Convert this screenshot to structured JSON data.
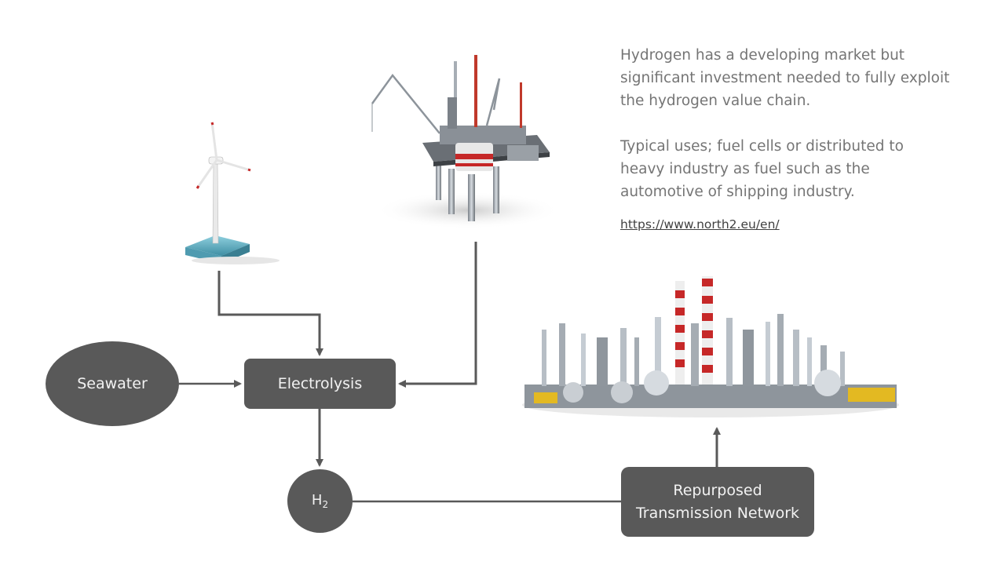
{
  "nodes": {
    "seawater": "Seawater",
    "electrolysis": "Electrolysis",
    "h2": "H",
    "h2_sub": "2",
    "repurposed_line1": "Repurposed",
    "repurposed_line2": "Transmission Network"
  },
  "info": {
    "paragraph1": "Hydrogen has a developing market but significant investment needed to fully exploit the hydrogen value chain.",
    "paragraph2": "Typical uses; fuel cells or distributed to heavy industry as fuel such as the automotive of shipping industry.",
    "link": "https://www.north2.eu/en/"
  },
  "colors": {
    "node_fill": "#595959",
    "node_text": "#f2f2f2",
    "body_text": "#757575",
    "stripe_red": "#c62828"
  },
  "images": [
    "wind-turbine",
    "oil-platform",
    "refinery"
  ]
}
